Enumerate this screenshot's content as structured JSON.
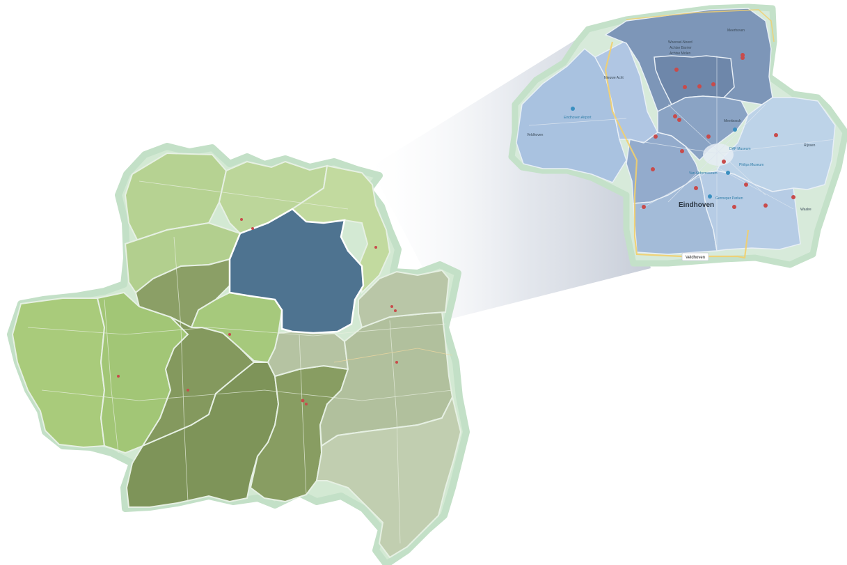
{
  "colors": {
    "background": "#ffffff",
    "border": "#c9e3cc",
    "highlight": "#4e7390",
    "marker": "#c84b4b",
    "zoom_beam": "#d7dbe3"
  },
  "overview_map": {
    "highlighted_region": "center-north",
    "region_fills": [
      "#b5d38f",
      "#a4c77c",
      "#9bbf71",
      "#8fa66a",
      "#7e9459",
      "#aebc94",
      "#b7c5a4",
      "#c0cdb0",
      "#9fb283"
    ]
  },
  "detail_map": {
    "labels": {
      "city": "Eindhoven",
      "district_1": "Woensel-Noord",
      "district_2": "Achtse Barrier",
      "district_3": "Achtse Molen",
      "district_4": "Meerhoven",
      "district_5": "Veldhoven",
      "district_6": "Rijssen",
      "district_7": "Waalre",
      "district_8": "Eindhoven Airport",
      "district_9": "Nieuwe Acht",
      "district_10": "Meerbosch"
    },
    "poi_labels": {
      "poi_1": "Philips Museum",
      "poi_2": "Van Abbemuseum",
      "poi_3": "DAF Museum",
      "poi_4": "Genneper Parken"
    },
    "button_label": "Veldhoven"
  }
}
